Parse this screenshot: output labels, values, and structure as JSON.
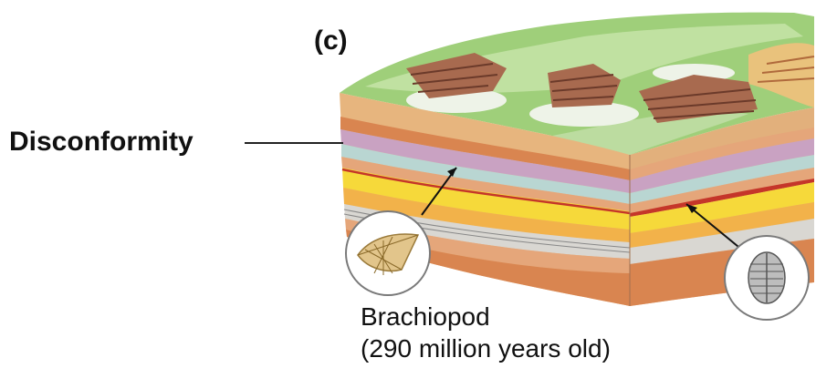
{
  "panel_label": "(c)",
  "disconformity_label": "Disconformity",
  "fossil_caption": {
    "name": "Brachiopod",
    "age": "(290 million years old)"
  },
  "icons": [
    "brachiopod-fossil-icon",
    "trilobite-fossil-icon"
  ],
  "colors": {
    "grass": "#8cc56a",
    "rock_outcrop": "#a86a4f",
    "layer_tan": "#e7b57e",
    "layer_orange": "#d98550",
    "layer_purple": "#c9a2c2",
    "layer_blue": "#b9d6d2",
    "layer_yellow": "#f6d93a",
    "layer_red": "#c5362a",
    "layer_grey": "#d9d7d2"
  }
}
